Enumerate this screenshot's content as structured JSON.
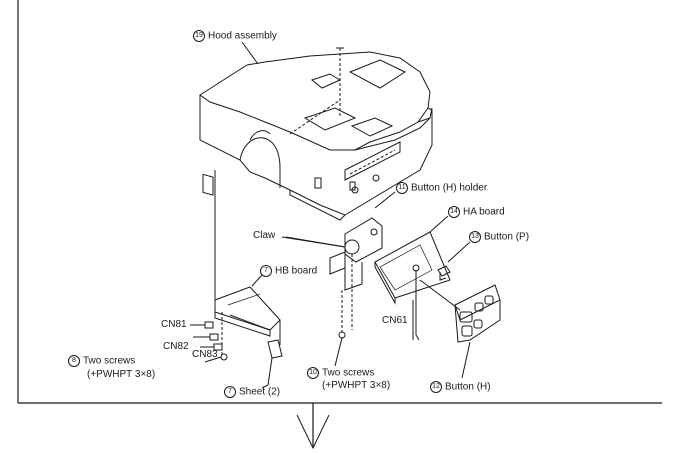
{
  "labels": {
    "hood": {
      "num": "19",
      "text": "Hood assembly"
    },
    "button_h_holder": {
      "num": "11",
      "text": "Button (H) holder"
    },
    "ha_board": {
      "num": "14",
      "text": "HA board"
    },
    "claw": {
      "text": "Claw"
    },
    "button_p": {
      "num": "13",
      "text": "Button (P)"
    },
    "hb_board": {
      "num": "7",
      "text": "HB board"
    },
    "cn81": {
      "text": "CN81"
    },
    "cn82": {
      "text": "CN82"
    },
    "cn83": {
      "text": "CN83"
    },
    "cn61": {
      "text": "CN61"
    },
    "screws_left": {
      "num": "8",
      "text": "Two screws",
      "spec": "(+PWHPT 3×8)"
    },
    "screws_mid": {
      "num": "10",
      "text": "Two screws",
      "spec": "(+PWHPT 3×8)"
    },
    "sheet": {
      "num": "7",
      "text": "Sheet (2)"
    },
    "button_h": {
      "num": "12",
      "text": "Button (H)"
    }
  }
}
